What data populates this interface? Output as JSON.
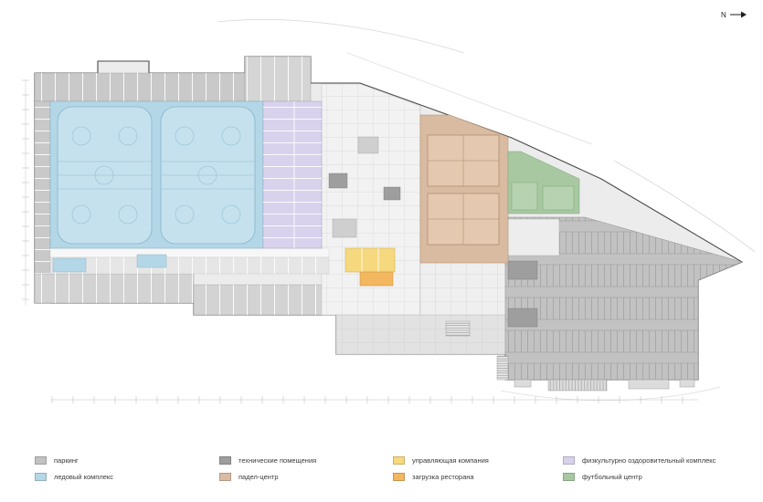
{
  "north_label": "N",
  "colors": {
    "parking": "#c2c2c2",
    "ice": "#b4d7e7",
    "technical": "#9e9e9e",
    "padel": "#d9bba1",
    "management": "#f6d97e",
    "restaurant_loading": "#f3b760",
    "fitness": "#d8d2ec",
    "football": "#a8c8a1",
    "base": "#ececec"
  },
  "legend": {
    "items": [
      {
        "key": "parking",
        "label": "паркинг"
      },
      {
        "key": "ice",
        "label": "ледовый комплекс"
      },
      {
        "key": "technical",
        "label": "технические помещения"
      },
      {
        "key": "padel",
        "label": "падел-центр"
      },
      {
        "key": "management",
        "label": "управляющая компания"
      },
      {
        "key": "restaurant_loading",
        "label": "загрузка ресторана"
      },
      {
        "key": "fitness",
        "label": "физкультурно оздоровительный комплекс"
      },
      {
        "key": "football",
        "label": "футбольный центр"
      }
    ]
  }
}
